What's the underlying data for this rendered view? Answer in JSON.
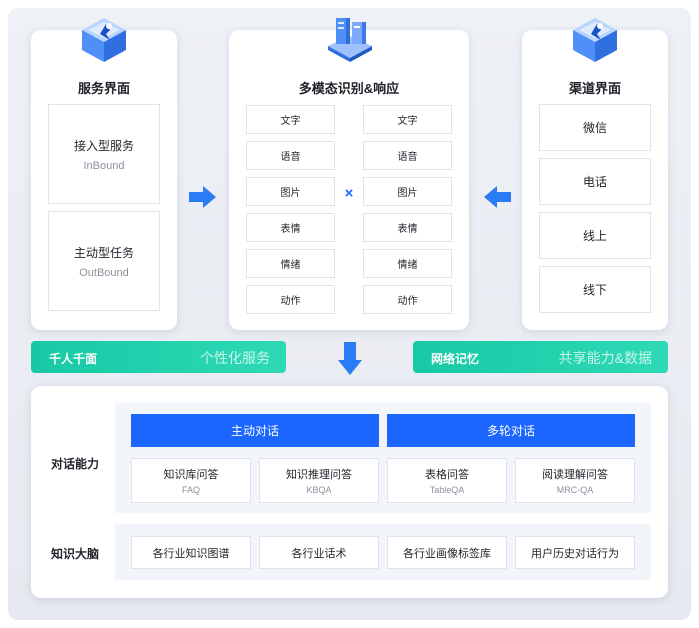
{
  "left_card": {
    "title": "服务界面",
    "items": [
      {
        "label": "接入型服务",
        "sub": "InBound"
      },
      {
        "label": "主动型任务",
        "sub": "OutBound"
      }
    ]
  },
  "center_card": {
    "title": "多模态识别&响应",
    "left_column": [
      "文字",
      "语音",
      "图片",
      "表情",
      "情绪",
      "动作"
    ],
    "right_column": [
      "文字",
      "语音",
      "图片",
      "表情",
      "情绪",
      "动作"
    ],
    "cross_symbol": "×"
  },
  "right_card": {
    "title": "渠道界面",
    "items": [
      "微信",
      "电话",
      "线上",
      "线下"
    ]
  },
  "bars": {
    "left": {
      "label": "千人千面",
      "tag": "个性化服务"
    },
    "right": {
      "label": "网络记忆",
      "tag": "共享能力&数据"
    }
  },
  "bottom_card": {
    "dialog_label": "对话能力",
    "heads": [
      "主动对话",
      "多轮对话"
    ],
    "skills": [
      {
        "label": "知识库问答",
        "sub": "FAQ"
      },
      {
        "label": "知识推理问答",
        "sub": "KBQA"
      },
      {
        "label": "表格问答",
        "sub": "TableQA"
      },
      {
        "label": "阅读理解问答",
        "sub": "MRC-QA"
      }
    ],
    "brain_label": "知识大脑",
    "brain_items": [
      "各行业知识图谱",
      "各行业话术",
      "各行业画像标签库",
      "用户历史对话行为"
    ]
  },
  "colors": {
    "accent_blue": "#1a66ff",
    "teal": "#16c9a4",
    "arrow_blue": "#2a7cf6"
  }
}
